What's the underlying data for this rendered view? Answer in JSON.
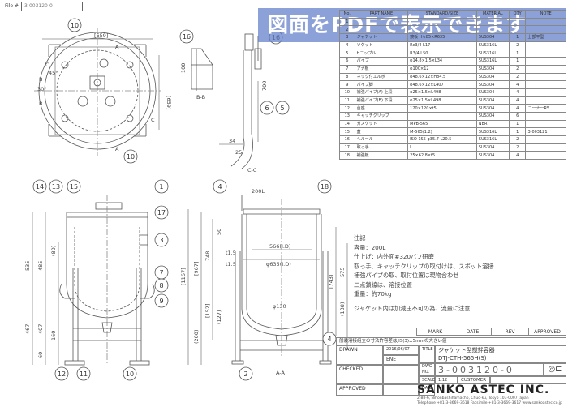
{
  "file_box": {
    "label": "File #",
    "value": "3-003120-0"
  },
  "banner": {
    "text": "図面をPDFで表示できます"
  },
  "parts_table": {
    "headers": [
      "No.",
      "PART NAME",
      "STANDARD/SIZE",
      "MATERIAL",
      "QTY",
      "NOTE"
    ],
    "rows": [
      {
        "no": "1",
        "name": "",
        "std": "",
        "mat": "",
        "qty": "",
        "note": ""
      },
      {
        "no": "2",
        "name": "",
        "std": "",
        "mat": "",
        "qty": "",
        "note": ""
      },
      {
        "no": "3",
        "name": "ジャケット",
        "std": "鏡板 H≒85×R635",
        "mat": "SUS304",
        "qty": "1",
        "note": "上部平型"
      },
      {
        "no": "4",
        "name": "ソケット",
        "std": "Rc3/4 L17",
        "mat": "SUS316L",
        "qty": "2",
        "note": ""
      },
      {
        "no": "5",
        "name": "Hニップル",
        "std": "R3/4 L50",
        "mat": "SUS316L",
        "qty": "1",
        "note": ""
      },
      {
        "no": "6",
        "name": "パイプ",
        "std": "φ14.8×1.5×L34",
        "mat": "SUS316L",
        "qty": "1",
        "note": ""
      },
      {
        "no": "7",
        "name": "アナ板",
        "std": "φ100×12",
        "mat": "SUS304",
        "qty": "2",
        "note": ""
      },
      {
        "no": "8",
        "name": "ネック付エルボ",
        "std": "φ48.6×12×H84.5",
        "mat": "SUS304",
        "qty": "2",
        "note": ""
      },
      {
        "no": "9",
        "name": "パイプ脚",
        "std": "φ48.6×12×L407",
        "mat": "SUS304",
        "qty": "4",
        "note": ""
      },
      {
        "no": "10",
        "name": "補強パイプ(A) 上段",
        "std": "φ25×1.5×L498",
        "mat": "SUS304",
        "qty": "4",
        "note": ""
      },
      {
        "no": "11",
        "name": "補強パイプ(B) 下段",
        "std": "φ25×1.5×L498",
        "mat": "SUS304",
        "qty": "4",
        "note": ""
      },
      {
        "no": "12",
        "name": "台座",
        "std": "120×120×t5",
        "mat": "SUS304",
        "qty": "4",
        "note": "コーナーR5"
      },
      {
        "no": "13",
        "name": "キャッチクリップ",
        "std": "",
        "mat": "SUS304",
        "qty": "6",
        "note": ""
      },
      {
        "no": "14",
        "name": "ガスケット",
        "std": "MPB-565",
        "mat": "NBR",
        "qty": "1",
        "note": ""
      },
      {
        "no": "15",
        "name": "蓋",
        "std": "M-565(1.2)",
        "mat": "SUS316L",
        "qty": "1",
        "note": "3-003121"
      },
      {
        "no": "16",
        "name": "ヘルール",
        "std": "ISO 1S5 φ35.7 L20.5",
        "mat": "SUS316L",
        "qty": "2",
        "note": ""
      },
      {
        "no": "17",
        "name": "取っ手",
        "std": "L",
        "mat": "SUS304",
        "qty": "2",
        "note": ""
      },
      {
        "no": "18",
        "name": "補強板",
        "std": "25×62.8×t5",
        "mat": "SUS304",
        "qty": "4",
        "note": ""
      }
    ]
  },
  "notes": {
    "title": "注記",
    "lines": [
      "容量：200L",
      "仕上げ：内外面#320バフ研磨",
      "取っ手、キャッチクリップの取付けは、スポット溶接",
      "補強パイプの取、取付位置は現物合わせ",
      "二点鎖線は、溶接位置",
      "重量：約70kg"
    ],
    "jacket": "ジャケット内は加減圧不可の為、流量に注意"
  },
  "views": {
    "top_dim": "[659]",
    "side_dim": "[659]",
    "bb_label": "B-B",
    "cc_label": "C-C",
    "aa_label": "A-A",
    "cap_200L": "200L",
    "dim_566": "566(I.D)",
    "dim_635": "φ635(I.D)",
    "dim_130": "φ130",
    "dim_1167": "[1167]",
    "dim_967": "[967]",
    "dim_748": "748",
    "dim_535": "535",
    "dim_485": "485",
    "dim_407": "407",
    "dim_467": "467",
    "dim_160": "160",
    "dim_575": "575",
    "dim_743": "[743]",
    "dim_50": "50",
    "dim_15a": "t1.5",
    "dim_15b": "t1.5",
    "dim_100": "100",
    "dim_700": "700",
    "dim_34": "34",
    "dim_25": "25",
    "dim_80": "(80)",
    "dim_152": "[152]",
    "dim_127": "(127)",
    "dim_200": "(200)",
    "dim_138": "(138)",
    "dim_60": "60",
    "arrow_a_top": "A",
    "arrow_a_bot": "A",
    "arrow_b": "B",
    "arrow_c": "C",
    "arrow_c2": "C",
    "arrow_b2": "B",
    "angle1": "30°",
    "angle2": "45°"
  },
  "balloons": {
    "top": [
      "10",
      "16",
      "10",
      "16",
      "6",
      "5"
    ],
    "front": [
      "14",
      "13",
      "15",
      "1",
      "17",
      "3",
      "7",
      "8",
      "9",
      "12",
      "11",
      "10"
    ],
    "section": [
      "4",
      "18",
      "4",
      "2"
    ]
  },
  "title_block": {
    "header": [
      "MARK",
      "DATE",
      "REV",
      "APPROVED"
    ],
    "spec_line": "般装溶接組立の寸法許容差はJIS(3)±5mmの大きい値",
    "drawn": "DRAWN",
    "drawn_date": "2016/06/07",
    "drawn_by": "ENE",
    "checked": "CHECKED",
    "approved": "APPROVED",
    "title_label": "TITLE",
    "title_jp": "ジャケット型撹拌容器",
    "title_code": "DTJ-CTH-565H(S)",
    "dwg_label": "DWG NO.",
    "dwg_no": "3-003120-0",
    "scale_label": "SCALE",
    "scale": "1:12",
    "customer_label": "CUSTOMER",
    "date_label": "DATE"
  },
  "company": {
    "name": "SANKO ASTEC INC.",
    "address": "2-88-6, Nihonbashihamacho, Chuo-ku, Tokyo 103-0007 Japan",
    "tel": "Telephone +81-3-3669-3618  Facsimile +81-3-3669-3617  www.sankoastec.co.jp"
  }
}
